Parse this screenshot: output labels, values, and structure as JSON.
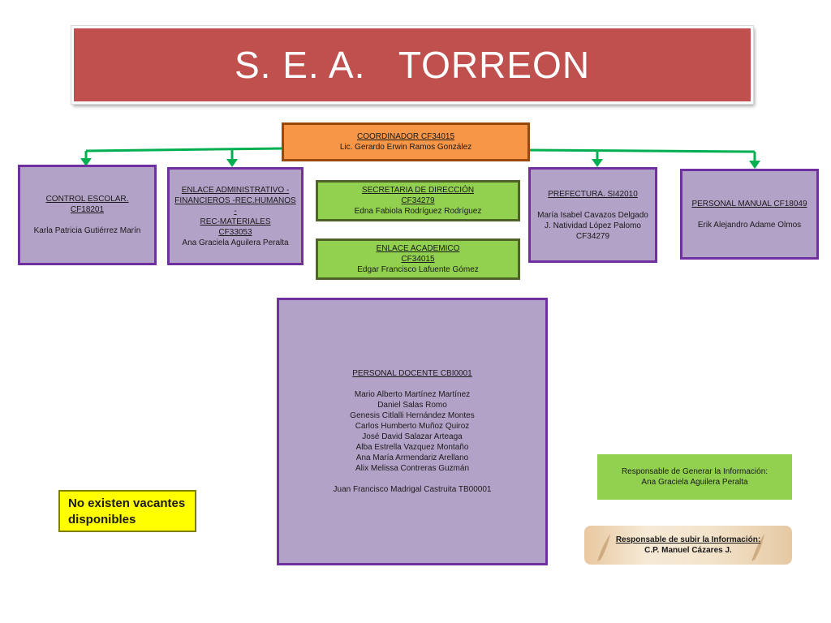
{
  "title": "S. E. A.   TORREON",
  "coordinador": {
    "line1": "COORDINADOR  CF34015",
    "line2": "Lic. Gerardo Erwin Ramos González"
  },
  "control_escolar": {
    "line1": "CONTROL  ESCOLAR.",
    "line2": "CF18201",
    "name": "Karla Patricia Gutiérrez Marín"
  },
  "enlace_admin": {
    "line1": "ENLACE ADMINISTRATIVO -",
    "line2": "FINANCIEROS -REC.HUMANOS -",
    "line3": "REC-MATERIALES",
    "code": "CF33053",
    "name": "Ana Graciela Aguilera Peralta"
  },
  "secretaria": {
    "line1": "SECRETARIA DE DIRECCIÓN",
    "code": "CF34279",
    "name": "Edna Fabiola Rodríguez Rodríguez"
  },
  "enlace_academico": {
    "line1": "ENLACE ACADEMICO",
    "code": "CF34015",
    "name": "Edgar Francisco Lafuente Gómez"
  },
  "prefectura": {
    "line1": "PREFECTURA.  SI42010",
    "names": [
      "María Isabel Cavazos Delgado",
      "J. Natividad López Palomo",
      "CF34279"
    ]
  },
  "personal_manual": {
    "line1": "PERSONAL MANUAL  CF18049",
    "name": "Erik Alejandro Adame Olmos"
  },
  "personal_docente": {
    "line1": "PERSONAL DOCENTE  CBI0001",
    "names": [
      "Mario Alberto Martínez Martínez",
      "Daniel Salas Romo",
      "Genesis Citlalli Hernández Montes",
      "Carlos Humberto Muñoz Quiroz",
      "José David Salazar Arteaga",
      "Alba Estrella Vazquez Montaño",
      "Ana María Armendariz Arellano",
      "Alix Melissa Contreras Guzmán"
    ],
    "extra": "Juan Francisco Madrigal Castruita  TB00001"
  },
  "vacantes": {
    "text": "No existen vacantes disponibles"
  },
  "responsable_generar": {
    "line1": "Responsable de Generar la Información:",
    "line2": "Ana Graciela Aguilera Peralta"
  },
  "responsable_subir": {
    "line1": "Responsable de subir la Información:",
    "line2": "C.P. Manuel Cázares J."
  },
  "colors": {
    "banner": "#c0504d",
    "purple_fill": "#b3a2c7",
    "purple_border": "#7030a0",
    "orange_fill": "#f79646",
    "green_fill": "#92d050",
    "connector": "#00b050",
    "yellow": "#ffff00"
  }
}
